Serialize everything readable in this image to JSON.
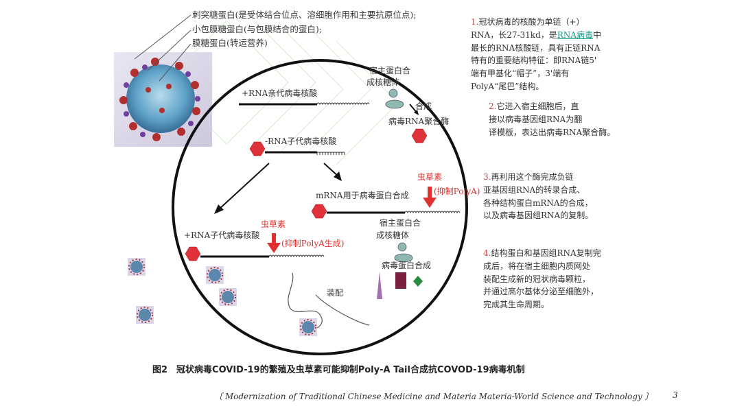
{
  "top_labels": [
    "刺突糖蛋白(是受体结合位点、溶细胞作用和主要抗原位点);",
    "小包膜糖蛋白(与包膜结合的蛋白);",
    "膜糖蛋白(转运营养)"
  ],
  "diagram": {
    "host_ribosome_1": "宿主蛋白合",
    "host_ribosome_1b": "成核糖体",
    "plus_rna_parent": "+RNA亲代病毒核酸",
    "synthesis": "合成",
    "viral_rna_polymerase": "病毒RNA聚合酶",
    "minus_rna_child": "-RNA子代病毒核酸",
    "mrna_for_protein": "mRNA用于病毒蛋白合成",
    "cordycepin_1": "虫草素",
    "inhibit_polya_1": "(抑制PolyA)",
    "host_ribosome_2": "宿主蛋白合",
    "host_ribosome_2b": "成核糖体",
    "plus_rna_child": "+RNA子代病毒核酸",
    "cordycepin_2": "虫草素",
    "inhibit_polya_2": "(抑制PolyA生成)",
    "viral_protein_synthesis": "病毒蛋白合成",
    "assembly": "装配"
  },
  "notes": [
    {
      "num": "1.",
      "lines": [
        "冠状病毒的核酸为单链（+）",
        "RNA，长27-31kd，是RNA病毒中",
        "最长的RNA核酸链，具有正链RNA",
        "特有的重要结构特征：即RNA链5'",
        "端有甲基化“帽子”，3'端有",
        "PolyA“尾巴”结构。"
      ],
      "link_text": "RNA病毒",
      "link_prefix": "RNA，长27-31kd，是",
      "link_suffix": "中"
    },
    {
      "num": "2.",
      "lines": [
        "它进入宿主细胞后，直",
        "接以病毒基因组RNA为翻",
        "译模板，表达出病毒RNA聚合酶。"
      ]
    },
    {
      "num": "3.",
      "lines": [
        "再利用这个酶完成负链",
        "亚基因组RNA的转录合成、",
        "各种结构蛋白mRNA的合成，",
        "以及病毒基因组RNA的复制。"
      ]
    },
    {
      "num": "4.",
      "lines": [
        "结构蛋白和基因组RNA复制完",
        "成后，将在宿主细胞内质网处",
        "装配生成新的冠状病毒颗粒，",
        "并通过高尔基体分泌至细胞外，",
        "完成其生命周期。"
      ]
    }
  ],
  "caption": "图2　冠状病毒COVID-19的繁殖及虫草素可能抑制Poly-A Tail合成抗COVOD-19病毒机制",
  "footer": {
    "journal": "〔 Modernization of Traditional Chinese Medicine and Materia Materia-World Science and Technology 〕",
    "page": "3"
  },
  "colors": {
    "red": "#e03030",
    "hexagon": "#e0323a",
    "ribosome": "#8fb8b0",
    "triangle": "#a070b0",
    "rect": "#7a2040",
    "diamond": "#2a8a40"
  }
}
